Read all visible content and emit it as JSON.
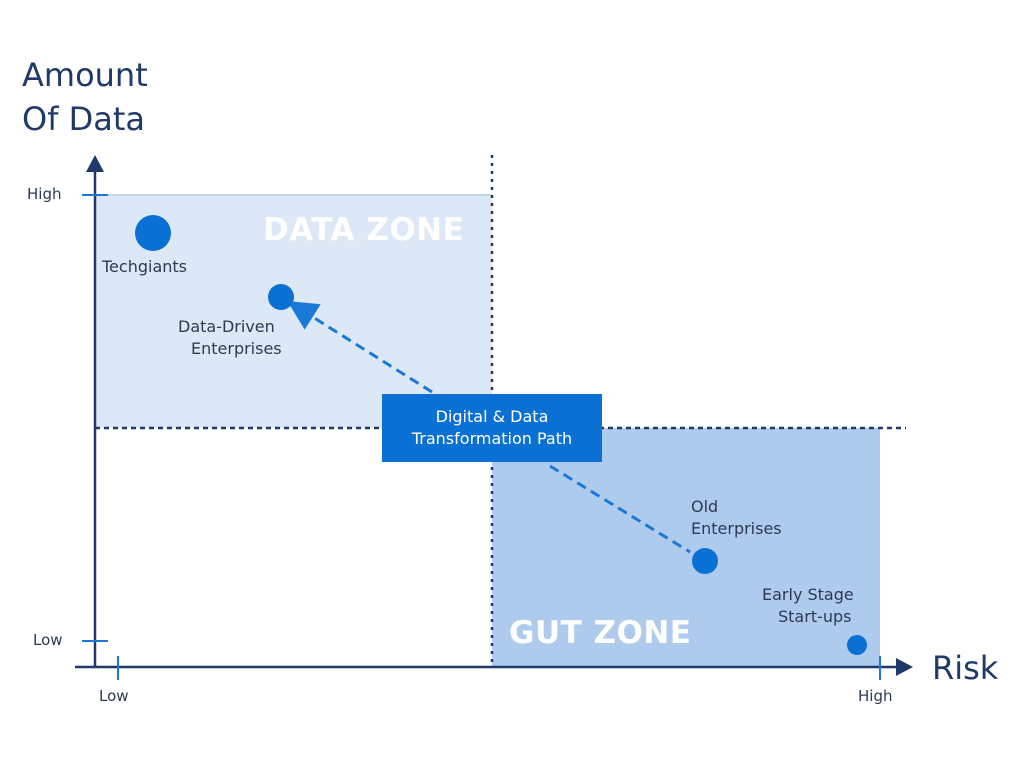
{
  "axes": {
    "y_title_line1": "Amount",
    "y_title_line2": "Of Data",
    "x_title": "Risk",
    "y_high": "High",
    "y_low": "Low",
    "x_low": "Low",
    "x_high": "High"
  },
  "zones": {
    "data": "DATA ZONE",
    "gut": "GUT ZONE"
  },
  "path_label": {
    "line1": "Digital & Data",
    "line2": "Transformation Path"
  },
  "points": {
    "techgiants": "Techgiants",
    "data_driven_1": "Data-Driven",
    "data_driven_2": "Enterprises",
    "old_1": "Old",
    "old_2": "Enterprises",
    "early_1": "Early Stage",
    "early_2": "Start-ups"
  },
  "colors": {
    "axis": "#1f3a68",
    "accent": "#0b70d3",
    "data_zone": "#dce8f6",
    "gut_zone": "#aecbee"
  }
}
